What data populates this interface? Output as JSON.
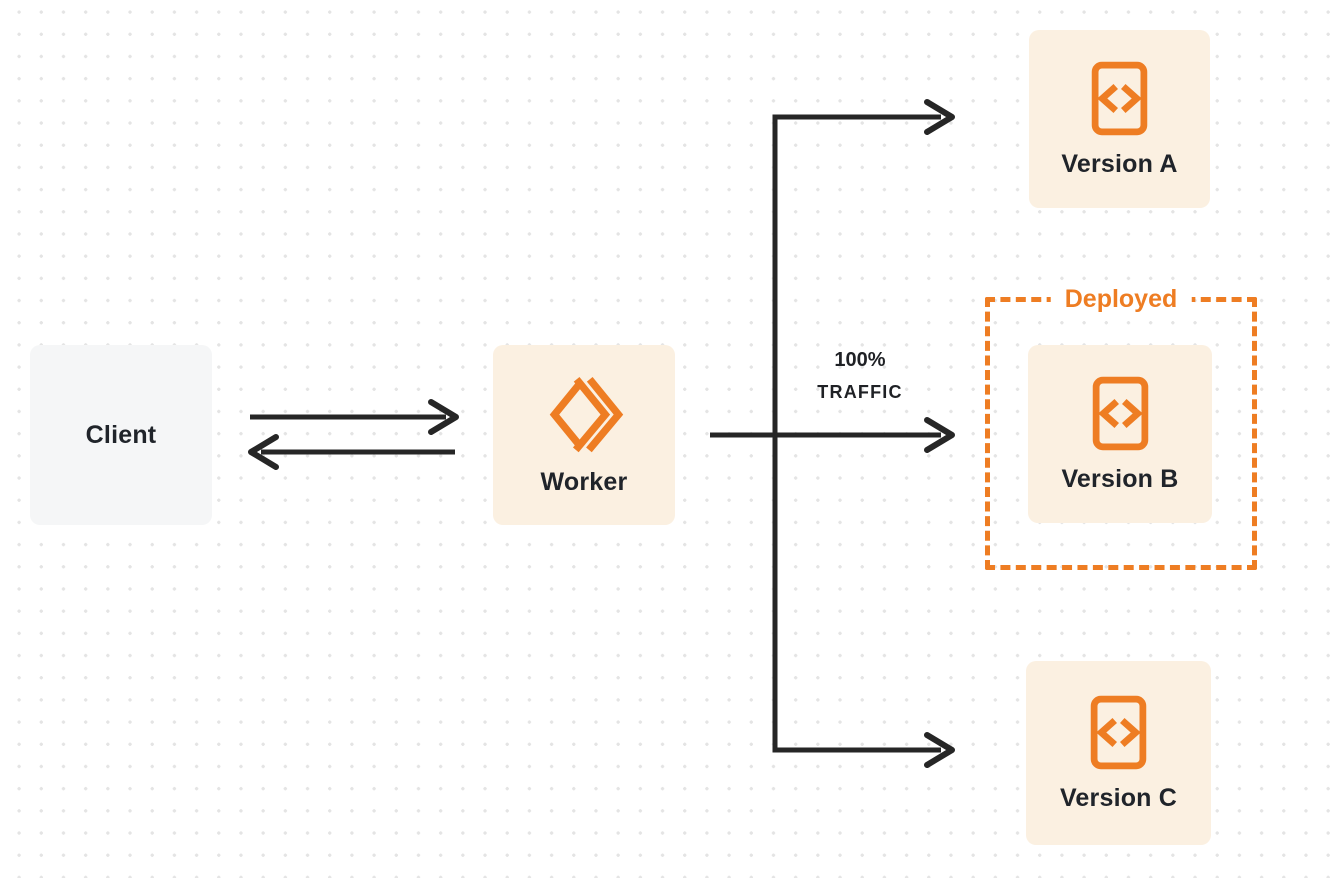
{
  "diagram": {
    "nodes": {
      "client": {
        "label": "Client"
      },
      "worker": {
        "label": "Worker"
      },
      "version_a": {
        "label": "Version A"
      },
      "version_b": {
        "label": "Version B"
      },
      "version_c": {
        "label": "Version C"
      }
    },
    "annotations": {
      "traffic_line1": "100%",
      "traffic_line2": "TRAFFIC",
      "deployed_label": "Deployed"
    },
    "edges": [
      {
        "from": "client",
        "to": "worker",
        "style": "arrow-right"
      },
      {
        "from": "worker",
        "to": "client",
        "style": "arrow-left"
      },
      {
        "from": "worker",
        "to": "version_a",
        "style": "arrow"
      },
      {
        "from": "worker",
        "to": "version_b",
        "style": "arrow",
        "label": "100% TRAFFIC"
      },
      {
        "from": "worker",
        "to": "version_c",
        "style": "arrow"
      }
    ],
    "icons": {
      "worker_icon": "cloudflare-workers-chevrons",
      "version_icon": "code-document"
    },
    "colors": {
      "orange": "#ee7d23",
      "node_cream_bg": "#fbf0e1",
      "client_bg": "#f5f6f7",
      "line_dark": "#262626",
      "text_dark": "#20242a",
      "grid_dot": "#e4e4e4",
      "background": "#ffffff"
    }
  }
}
